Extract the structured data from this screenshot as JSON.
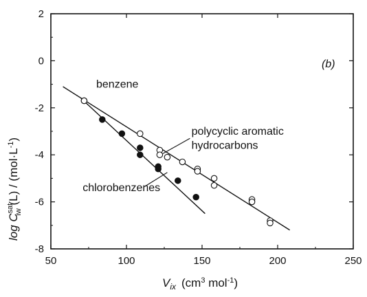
{
  "chart_data": {
    "type": "scatter",
    "panel_label": "(b)",
    "xlabel": {
      "main": "V",
      "sub": "ix",
      "units_pre": "(cm",
      "units_sup": "3",
      "units_mid": " mol",
      "units_sup2": "-1",
      "units_post": ")"
    },
    "ylabel": {
      "main": "log C",
      "sup": "sat",
      "sub": "iw",
      "rest": " (L) / (mol·L",
      "rest_sup": "-1",
      "rest_post": ")"
    },
    "xlim": [
      50,
      250
    ],
    "ylim": [
      -8,
      2
    ],
    "xticks": [
      50,
      100,
      150,
      200,
      250
    ],
    "yticks": [
      2,
      0,
      -2,
      -4,
      -6,
      -8
    ],
    "grid": false,
    "series": [
      {
        "marker": "filled-circle",
        "color": "#111111",
        "points": [
          [
            72,
            -1.7
          ],
          [
            84,
            -2.5
          ],
          [
            97,
            -3.1
          ],
          [
            109,
            -3.7
          ],
          [
            109,
            -4.0
          ],
          [
            121,
            -4.5
          ],
          [
            121,
            -4.6
          ],
          [
            134,
            -5.1
          ],
          [
            146,
            -5.8
          ]
        ],
        "fit": {
          "x": [
            70,
            152
          ],
          "y": [
            -1.6,
            -6.5
          ]
        }
      },
      {
        "marker": "open-circle",
        "color": "#111111",
        "points": [
          [
            72,
            -1.7
          ],
          [
            109,
            -3.1
          ],
          [
            122,
            -3.8
          ],
          [
            122,
            -4.0
          ],
          [
            127,
            -4.1
          ],
          [
            137,
            -4.3
          ],
          [
            147,
            -4.6
          ],
          [
            147,
            -4.7
          ],
          [
            158,
            -5.0
          ],
          [
            158,
            -5.3
          ],
          [
            183,
            -5.9
          ],
          [
            183,
            -6.0
          ],
          [
            195,
            -6.8
          ],
          [
            195,
            -6.9
          ]
        ],
        "fit": {
          "x": [
            58,
            208
          ],
          "y": [
            -1.1,
            -7.2
          ]
        }
      }
    ],
    "annotations": [
      {
        "id": "benzene",
        "text": "benzene",
        "x": 80,
        "y": -1.15
      },
      {
        "id": "pah-line1",
        "text": "polycyclic aromatic",
        "x": 143,
        "y": -3.15
      },
      {
        "id": "pah-line2",
        "text": "hydrocarbons",
        "x": 143,
        "y": -3.75
      },
      {
        "id": "chlorobenzenes",
        "text": "chlorobenzenes",
        "x": 71,
        "y": -5.55
      }
    ],
    "leaders": [
      {
        "id": "pah-leader",
        "from": [
          142,
          -3.3
        ],
        "to": [
          124,
          -3.95
        ]
      },
      {
        "id": "chloro-leader",
        "from": [
          112,
          -5.35
        ],
        "to": [
          127,
          -4.75
        ]
      }
    ]
  }
}
